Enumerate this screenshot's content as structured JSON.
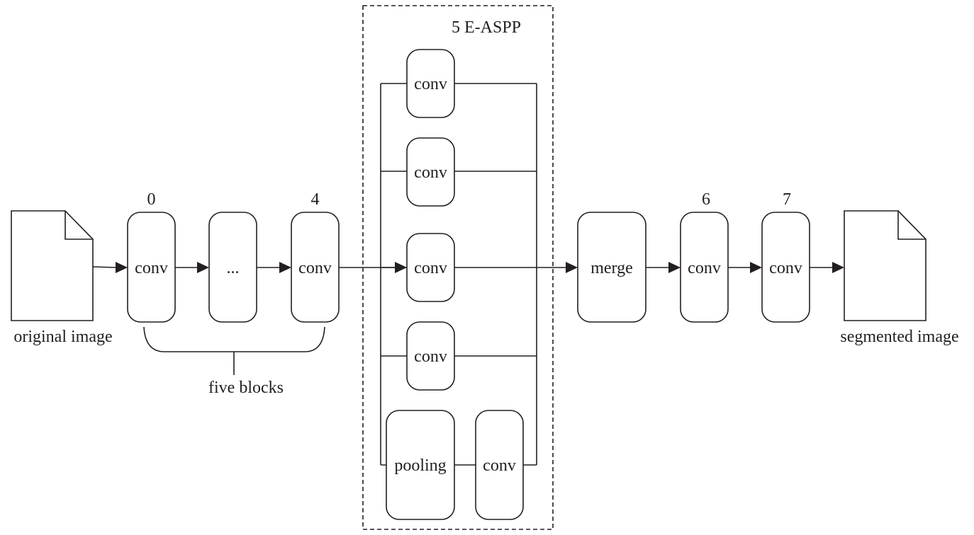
{
  "input": {
    "label": "original image"
  },
  "output": {
    "label": "segmented image"
  },
  "encoder": {
    "blocks": [
      {
        "number": "0",
        "label": "conv"
      },
      {
        "number": "",
        "label": "..."
      },
      {
        "number": "4",
        "label": "conv"
      }
    ],
    "brace_label": "five blocks"
  },
  "easpp": {
    "title": "5 E-ASPP",
    "branches": [
      "conv",
      "conv",
      "conv",
      "conv"
    ],
    "pooling_branch": {
      "pooling": "pooling",
      "conv": "conv"
    }
  },
  "merge": {
    "label": "merge"
  },
  "decoder": {
    "blocks": [
      {
        "number": "6",
        "label": "conv"
      },
      {
        "number": "7",
        "label": "conv"
      }
    ]
  },
  "colors": {
    "stroke": "#231f20",
    "background": "#ffffff"
  }
}
